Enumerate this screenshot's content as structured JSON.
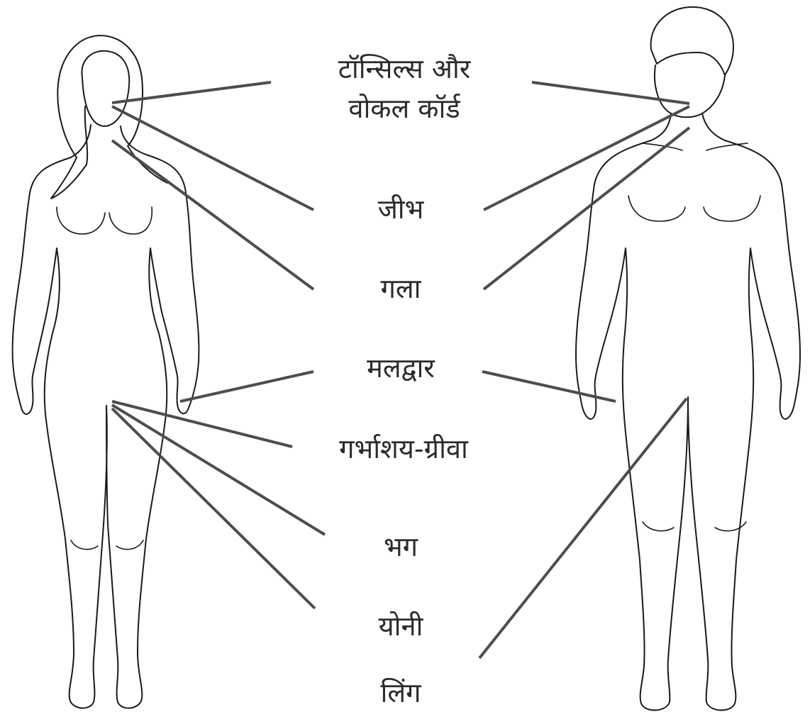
{
  "labels": {
    "tonsils_line1": "टॉन्सिल्स और",
    "tonsils_line2": "वोकल कॉर्ड",
    "tongue": "जीभ",
    "throat": "गला",
    "anus": "मलद्वार",
    "cervix": "गर्भाशय-ग्रीवा",
    "vulva": "भग",
    "vagina": "योनी",
    "penis": "लिंग"
  },
  "colors": {
    "leader_line": "#4d4d4d",
    "outline": "#1a1a1a",
    "text": "#2b2b2b",
    "background": "#ffffff"
  }
}
